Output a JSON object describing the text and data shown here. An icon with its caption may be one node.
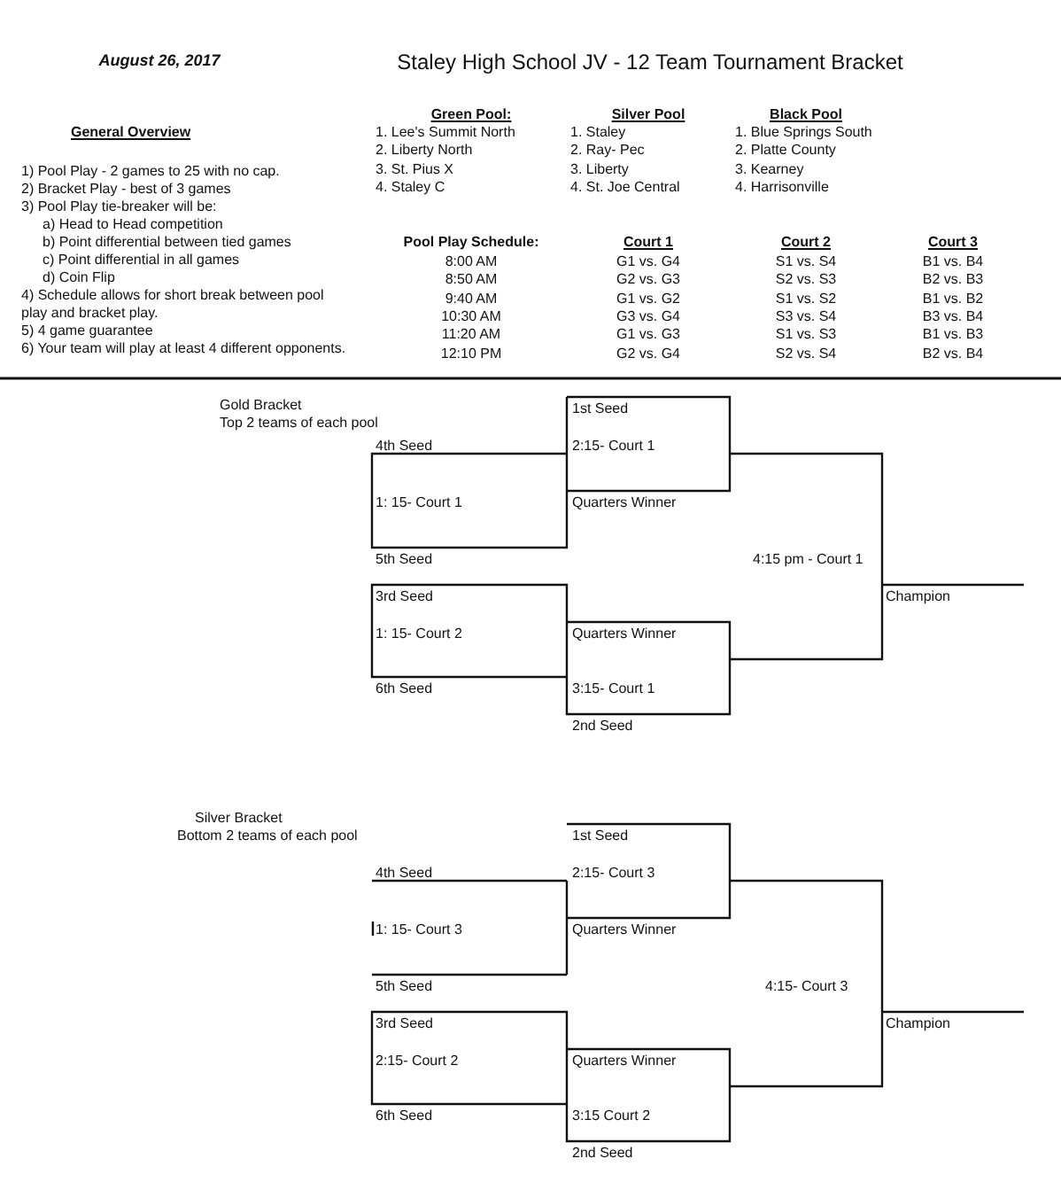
{
  "diagram": {
    "title": "Staley High School JV  - 12 Team Tournament Bracket",
    "labels": [
      "August 26, 2017",
      "General Overview",
      "1)  Pool Play - 2 games to 25 with no cap.",
      "2)  Bracket Play - best of 3 games",
      "3)  Pool Play tie-breaker will be:",
      "a) Head to Head competition",
      "b) Point differential between tied games",
      "c) Point differential in all games",
      "d) Coin Flip",
      "4) Schedule allows for short break between pool play and  bracket play.",
      "5)  4 game guarantee",
      "6)  Your team will play at least 4 different opponents.",
      "Green Pool:",
      "Silver Pool",
      "Black Pool",
      "1. Lee's Summit North",
      "1. Staley",
      "1. Blue Springs South",
      "2. Liberty North",
      "2. Ray- Pec",
      "2. Platte County",
      "3. St. Pius X",
      "3. Liberty",
      "3. Kearney",
      "4. Staley C",
      "4. St. Joe Central",
      "4. Harrisonville",
      "Pool Play Schedule:",
      "Court 1",
      "Court 2",
      "Court 3",
      "8:00 AM",
      "G1 vs. G4",
      "S1 vs. S4",
      "B1 vs. B4",
      "8:50 AM",
      "G2 vs. G3",
      "S2 vs. S3",
      "B2 vs. B3",
      "9:40 AM",
      "G1 vs. G2",
      "S1 vs. S2",
      "B1 vs. B2",
      "10:30 AM",
      "G3 vs. G4",
      "S3 vs. S4",
      "B3 vs. B4",
      "11:20 AM",
      "G1 vs. G3",
      "S1 vs. S3",
      "B1 vs. B3",
      "12:10 PM",
      "G2 vs. G4",
      "S2 vs. S4",
      "B2 vs. B4",
      "Gold Bracket",
      "Top 2 teams of each pool",
      "1st Seed",
      "4th Seed",
      "2:15- Court 1",
      "1: 15- Court 1",
      "Quarters Winner",
      "5th Seed",
      "4:15 pm - Court 1",
      "3rd Seed",
      "Champion",
      "1: 15- Court 2",
      "Quarters Winner",
      "6th Seed",
      "3:15- Court 1",
      "2nd Seed",
      "Silver Bracket",
      "Bottom 2 teams of each pool",
      "1st Seed",
      "4th Seed",
      "2:15- Court 3",
      "1: 15- Court 3",
      "Quarters Winner",
      "5th Seed",
      "4:15- Court 3",
      "3rd Seed",
      "Champion",
      "2:15- Court 2",
      "Quarters Winner",
      "6th Seed",
      "3:15 Court 2",
      "2nd Seed"
    ]
  }
}
